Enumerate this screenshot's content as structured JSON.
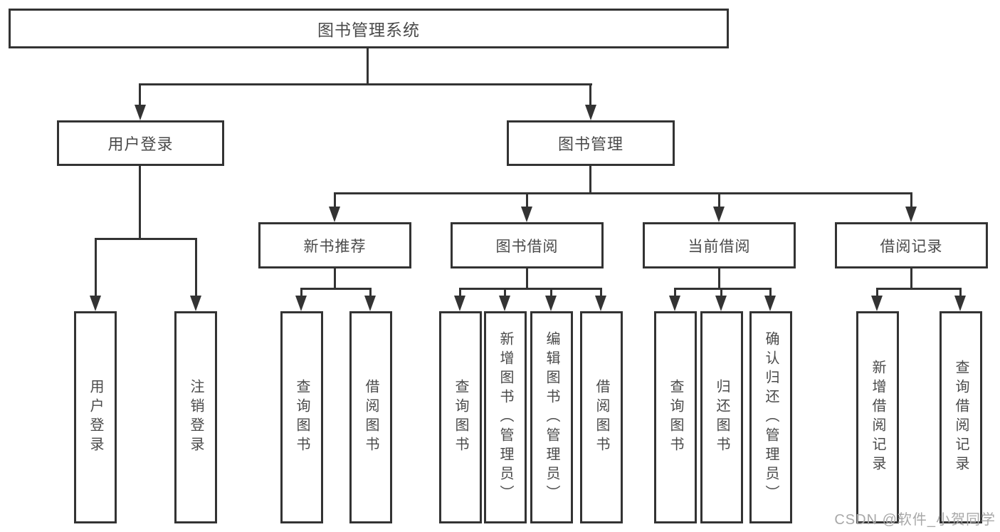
{
  "watermark": "CSDN @软件_小贺同学",
  "colors": {
    "line": "#333333",
    "text": "#4a4a4a",
    "watermark": "#a8a8a8",
    "background": "#ffffff"
  },
  "tree": {
    "root": {
      "label": "图书管理系统",
      "children": [
        {
          "label": "用户登录",
          "children": [
            {
              "label": "用户登录"
            },
            {
              "label": "注销登录"
            }
          ]
        },
        {
          "label": "图书管理",
          "children": [
            {
              "label": "新书推荐",
              "children": [
                {
                  "label": "查询图书"
                },
                {
                  "label": "借阅图书"
                }
              ]
            },
            {
              "label": "图书借阅",
              "children": [
                {
                  "label": "查询图书"
                },
                {
                  "label": "新增图书（管理员）"
                },
                {
                  "label": "编辑图书（管理员）"
                },
                {
                  "label": "借阅图书"
                }
              ]
            },
            {
              "label": "当前借阅",
              "children": [
                {
                  "label": "查询图书"
                },
                {
                  "label": "归还图书"
                },
                {
                  "label": "确认归还（管理员）"
                }
              ]
            },
            {
              "label": "借阅记录",
              "children": [
                {
                  "label": "新增借阅记录"
                },
                {
                  "label": "查询借阅记录"
                }
              ]
            }
          ]
        }
      ]
    }
  }
}
